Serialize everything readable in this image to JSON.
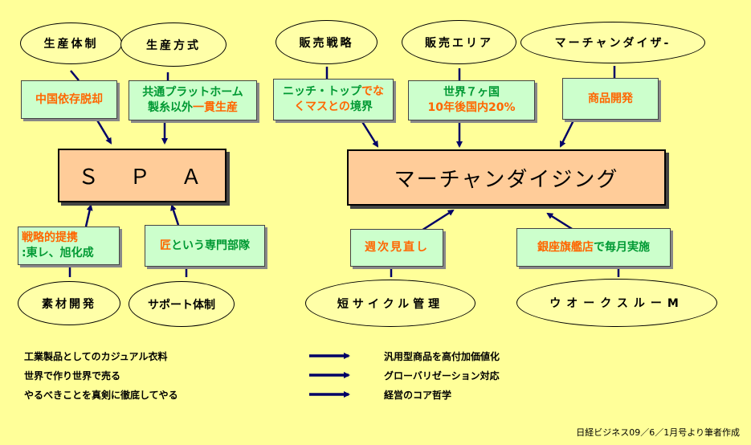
{
  "ovals": {
    "production_system": "生産体制",
    "production_method": "生産方式",
    "sales_strategy": "販売戦略",
    "sales_area": "販売エリア",
    "merchandiser": "マーチャンダイザ-",
    "material_dev": "素材開発",
    "support_system": "サポート体制",
    "short_cycle": "短サイクル管理",
    "wo_kurusu_m": "ウオークスルーM"
  },
  "boxes": {
    "china": "中国依存脱却",
    "common_platform_1": "共通プラットホーム",
    "common_platform_2a": "製糸以外",
    "common_platform_2b": "一貫生産",
    "niche_1a": "ニッチ・トップ",
    "niche_1b": "でな",
    "niche_2a": "くマスとの",
    "niche_2b": "境界",
    "world7_1": "世界７ヶ国",
    "world7_2": "10年後国内20%",
    "product_dev": "商品開発",
    "alliance_1": "戦略的提携",
    "alliance_2": ":東レ、旭化成",
    "takumi_a": "匠",
    "takumi_b": "という専門部隊",
    "weekly": "週次見直し",
    "ginza_a": "銀座旗艦店",
    "ginza_b": "で毎月実施"
  },
  "center": {
    "spa": "Ｓ　Ｐ　Ａ",
    "merchandising": "マーチャンダイジング"
  },
  "summary": [
    {
      "left": "工業製品としてのカジュアル衣料",
      "right": "汎用型商品を高付加価値化"
    },
    {
      "left": "世界で作り世界で売る",
      "right": "グローバリゼーション対応"
    },
    {
      "left": "やるべきことを真剣に徹底してやる",
      "right": "経営のコア哲学"
    }
  ],
  "source": "日経ビジネス09／6／1月号より筆者作成",
  "colors": {
    "background": "#ffff99",
    "box_green": "#ccffcc",
    "box_orange": "#ffcc99",
    "text_orange": "#ff6600",
    "text_green": "#009933",
    "arrow": "#000066"
  }
}
